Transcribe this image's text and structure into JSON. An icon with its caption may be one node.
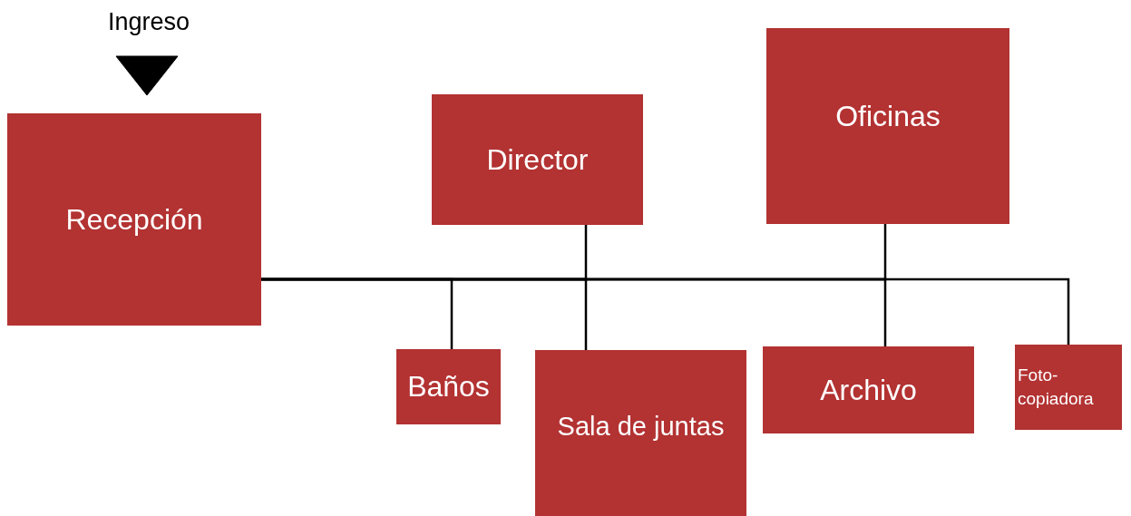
{
  "diagram": {
    "nodes": [
      {
        "text": [
          "Ingreso"
        ]
      },
      {
        "text": [
          "Recepción"
        ]
      },
      {
        "text": [
          "Director"
        ]
      },
      {
        "text": [
          "Oficinas"
        ]
      },
      {
        "text": [
          "Baños"
        ]
      },
      {
        "text": [
          "Sala de juntas"
        ]
      },
      {
        "text": [
          "Archivo"
        ]
      },
      {
        "text": [
          "Foto-copiadora"
        ]
      }
    ],
    "edges": [
      {
        "from": 0,
        "to": 1,
        "arrow": "to"
      },
      {
        "from": 1,
        "to": 4,
        "arrow": "none"
      },
      {
        "from": 1,
        "to": 2,
        "arrow": "none"
      },
      {
        "from": 1,
        "to": 5,
        "arrow": "none"
      },
      {
        "from": 1,
        "to": 3,
        "arrow": "none"
      },
      {
        "from": 1,
        "to": 6,
        "arrow": "none"
      },
      {
        "from": 1,
        "to": 7,
        "arrow": "none"
      }
    ]
  }
}
